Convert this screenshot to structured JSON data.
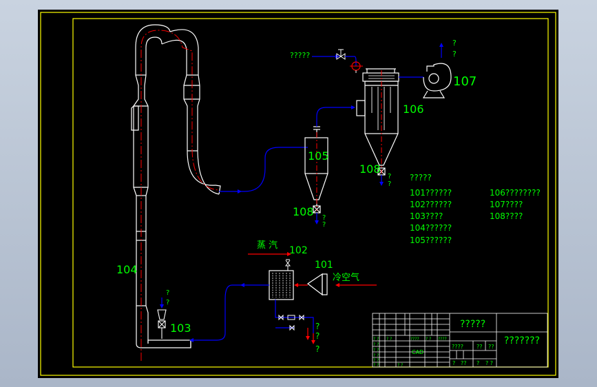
{
  "colors": {
    "background": "#000000",
    "frame": "#ffff00",
    "outline": "#ffffff",
    "centerline": "#ff0000",
    "air_flow": "#0000ff",
    "steam": "#ff0000",
    "label": "#00ff00"
  },
  "equipment_labels": {
    "heater_101": "101",
    "steam_valve_102": "102",
    "feeder_103": "103",
    "dryer_pipe_104": "104",
    "cyclone_105": "105",
    "bag_filter_106": "106",
    "fan_107": "107",
    "valve_108_cyclone": "108",
    "valve_108_filter": "108"
  },
  "stream_labels": {
    "steam": "蒸 汽",
    "cold_air": "冷空气",
    "top_inlet": "?????",
    "fan_outlet": "?\n?",
    "feed_in": "?\n?",
    "cyclone_out": "?\n?",
    "filter_out": "?\n?",
    "drain_1": "?",
    "drain_2": "?",
    "drain_3": "?"
  },
  "legend": {
    "heading": "?????",
    "left": [
      "101??????",
      "102??????",
      "103????",
      "104??????",
      "105??????"
    ],
    "right": [
      "106????????",
      "107????",
      "108????"
    ]
  },
  "title_block": {
    "drawing_name": "?????",
    "company": "???????",
    "cad_tag": "CAD",
    "left_cells": [
      "? ?",
      "? ?",
      "? ?",
      "? ?",
      "? ?",
      "? ?"
    ],
    "row_cells": [
      "? ?",
      "? ?",
      "????",
      "? ?",
      "????"
    ],
    "scale_cells": [
      "????",
      "??",
      "??"
    ],
    "sheet_cells": [
      "?",
      "??",
      "?",
      "? ?"
    ]
  }
}
